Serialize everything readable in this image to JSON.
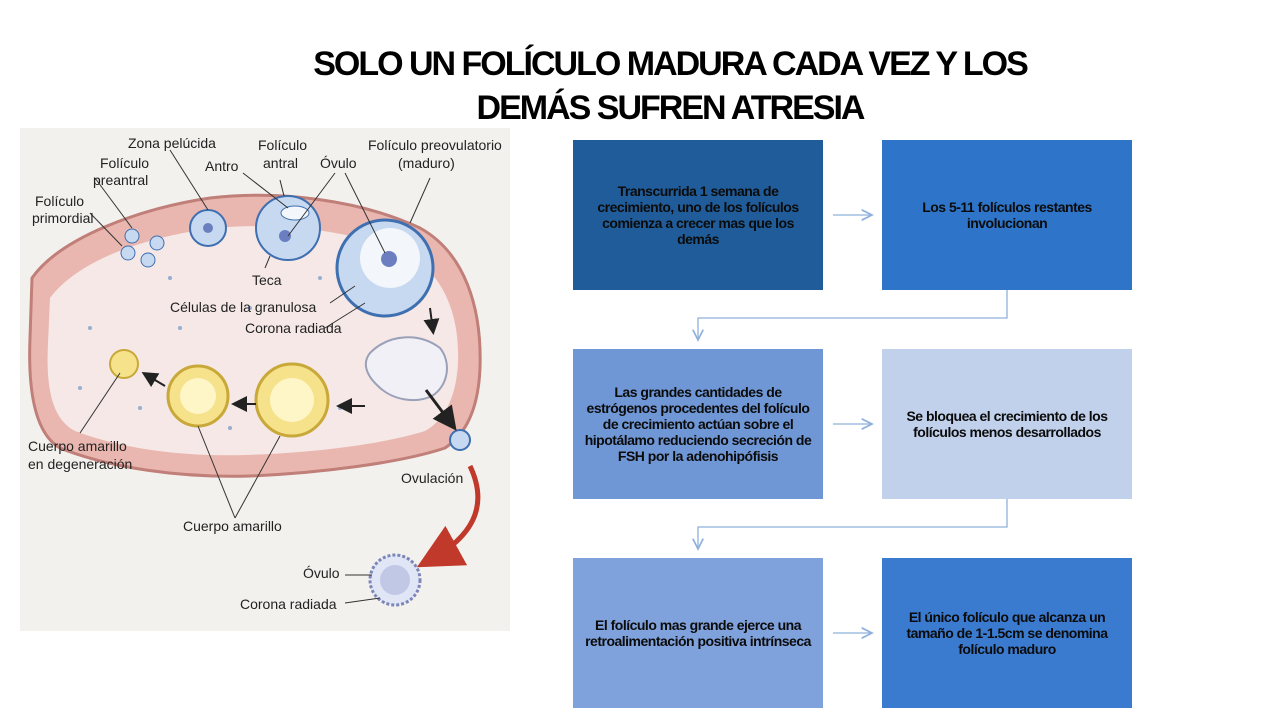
{
  "title": {
    "line1": "SOLO UN FOLÍCULO MADURA CADA VEZ Y LOS",
    "line2": "DEMÁS SUFREN ATRESIA"
  },
  "figure_labels": {
    "zona_pelucida": "Zona pelúcida",
    "foliculo_preantral_1": "Folículo",
    "foliculo_preantral_2": "preantral",
    "foliculo_primordial_1": "Folículo",
    "foliculo_primordial_2": "primordial",
    "antro": "Antro",
    "foliculo_antral_1": "Folículo",
    "foliculo_antral_2": "antral",
    "ovulo_top": "Óvulo",
    "preovulatorio_1": "Folículo preovulatorio",
    "preovulatorio_2": "(maduro)",
    "teca": "Teca",
    "granulosa": "Células de la granulosa",
    "corona_radiada_top": "Corona radiada",
    "cuerpo_amarillo_deg_1": "Cuerpo amarillo",
    "cuerpo_amarillo_deg_2": "en degeneración",
    "ovulacion": "Ovulación",
    "cuerpo_amarillo": "Cuerpo amarillo",
    "ovulo_bottom": "Óvulo",
    "corona_radiada_bottom": "Corona radiada"
  },
  "flow": {
    "box1": "Transcurrida 1 semana de crecimiento, uno de los folículos comienza a crecer mas que los demás",
    "box2": "Los 5-11 folículos restantes involucionan",
    "box3": "Las grandes cantidades de estrógenos procedentes del folículo de crecimiento actúan sobre el hipotálamo reduciendo secreción de FSH por la adenohipófisis",
    "box4": "Se bloquea el crecimiento de los folículos menos desarrollados",
    "box5": "El folículo mas grande ejerce una retroalimentación positiva intrínseca",
    "box6": "El único folículo que alcanza un tamaño de 1-1.5cm se denomina folículo maduro"
  },
  "colors": {
    "box1": "#1f5c99",
    "box2": "#2e75c9",
    "box3": "#6f97d6",
    "box4": "#c1d1ec",
    "box5": "#7fa2dc",
    "box6": "#3a7bd0",
    "connector": "#8fb0dc"
  }
}
